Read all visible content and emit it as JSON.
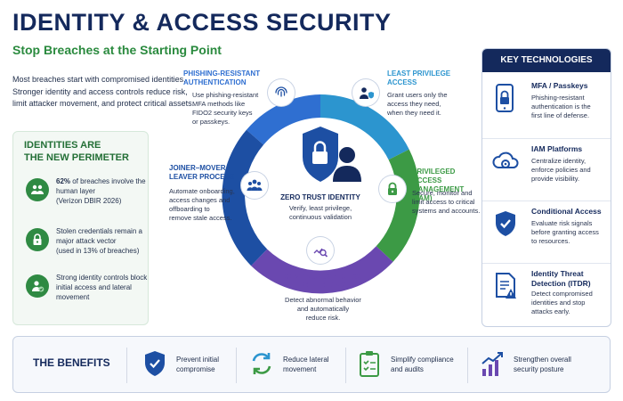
{
  "header": {
    "title": "IDENTITY & ACCESS SECURITY",
    "subtitle": "Stop Breaches at the Starting Point",
    "intro": "Most breaches start with compromised identities. Stronger identity and access controls reduce risk, limit attacker movement, and protect critical assets."
  },
  "perimeter": {
    "title_line1": "IDENTITIES ARE",
    "title_line2": "THE NEW PERIMETER",
    "stats": [
      {
        "bold": "62%",
        "text": " of breaches involve the human layer",
        "note": "(Verizon DBIR 2026)",
        "icon": "users-icon"
      },
      {
        "bold": "",
        "text": "Stolen credentials remain a major attack vector",
        "note": "(used in 13% of breaches)",
        "icon": "lock-icon"
      },
      {
        "bold": "",
        "text": "Strong identity controls block initial access and lateral movement",
        "note": "",
        "icon": "user-check-icon"
      }
    ]
  },
  "diagram": {
    "center_title": "ZERO TRUST IDENTITY",
    "center_text_1": "Verify, least privilege,",
    "center_text_2": "continuous validation",
    "segments": [
      {
        "title_1": "PHISHING-RESISTANT",
        "title_2": "AUTHENTICATION",
        "text": [
          "Use phishing-resistant",
          "MFA methods like",
          "FIDO2 security keys",
          "or passkeys."
        ],
        "color": "#2f6fd1",
        "icon": "fingerprint-icon"
      },
      {
        "title_1": "LEAST PRIVILEGE",
        "title_2": "ACCESS",
        "text": [
          "Grant users only the",
          "access they need,",
          "when they need it."
        ],
        "color": "#2c95cf",
        "icon": "user-shield-icon"
      },
      {
        "title_1": "PRIVILEGED ACCESS",
        "title_2": "MANAGEMENT (PAM)",
        "text": [
          "Secure, monitor and",
          "limit access to critical",
          "systems and accounts."
        ],
        "color": "#3c9a45",
        "icon": "lock-icon"
      },
      {
        "title_1": "CONTINUOUS ACCESS",
        "title_2": "MONITORING",
        "text": [
          "Detect abnormal behavior",
          "and automatically",
          "reduce risk."
        ],
        "color": "#6a48b0",
        "icon": "chart-magnifier-icon"
      },
      {
        "title_1": "JOINER–MOVER–",
        "title_2": "LEAVER PROCESS",
        "text": [
          "Automate onboarding,",
          "access changes and",
          "offboarding to",
          "remove stale access."
        ],
        "color": "#1d4fa3",
        "icon": "group-icon"
      }
    ]
  },
  "tech": {
    "heading": "KEY TECHNOLOGIES",
    "items": [
      {
        "title": "MFA / Passkeys",
        "text": [
          "Phishing-resistant",
          "authentication is the",
          "first line of defense."
        ],
        "icon": "phone-lock-icon"
      },
      {
        "title": "IAM Platforms",
        "text": [
          "Centralize identity,",
          "enforce policies and",
          "provide visibility."
        ],
        "icon": "cloud-gear-icon"
      },
      {
        "title": "Conditional Access",
        "text": [
          "Evaluate risk signals",
          "before granting access",
          "to resources."
        ],
        "icon": "shield-check-icon"
      },
      {
        "title": "Identity Threat",
        "title_2": "Detection (ITDR)",
        "text": [
          "Detect compromised",
          "identities and stop",
          "attacks early."
        ],
        "icon": "document-alert-icon"
      }
    ]
  },
  "benefits": {
    "title": "THE BENEFITS",
    "items": [
      {
        "text_1": "Prevent initial",
        "text_2": "compromise",
        "icon": "shield-check-icon"
      },
      {
        "text_1": "Reduce lateral",
        "text_2": "movement",
        "icon": "arrows-cycle-icon"
      },
      {
        "text_1": "Simplify compliance",
        "text_2": "and audits",
        "icon": "clipboard-check-icon"
      },
      {
        "text_1": "Strengthen overall",
        "text_2": "security posture",
        "icon": "growth-chart-icon"
      }
    ]
  }
}
